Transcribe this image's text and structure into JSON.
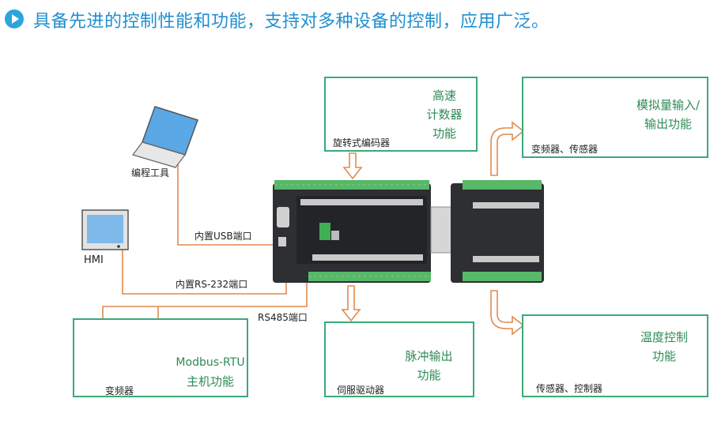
{
  "header": {
    "title": "具备先进的控制性能和功能，支持对多种设备的控制，应用广泛。"
  },
  "devices": {
    "programming_tool": "编程工具",
    "hmi": "HMI",
    "usb_port": "内置USB端口",
    "rs232_port": "内置RS-232端口",
    "rs485_port": "RS485端口"
  },
  "boxes": {
    "encoder": {
      "caption": "旋转式编码器",
      "title_line1": "高速",
      "title_line2": "计数器",
      "title_line3": "功能"
    },
    "analog": {
      "caption": "变频器、传感器",
      "title_line1": "模拟量输入/",
      "title_line2": "输出功能"
    },
    "modbus": {
      "caption": "变频器",
      "title_line1": "Modbus-RTU",
      "title_line2": "主机功能"
    },
    "pulse": {
      "caption": "伺服驱动器",
      "title_line1": "脉冲输出",
      "title_line2": "功能"
    },
    "temp": {
      "caption": "传感器、控制器",
      "title_line1": "温度控制",
      "title_line2": "功能"
    }
  },
  "colors": {
    "accent": "#1f8fd0",
    "box_border": "#3aaa7a",
    "wire": "#e08a50",
    "title_green": "#2e8b57"
  }
}
